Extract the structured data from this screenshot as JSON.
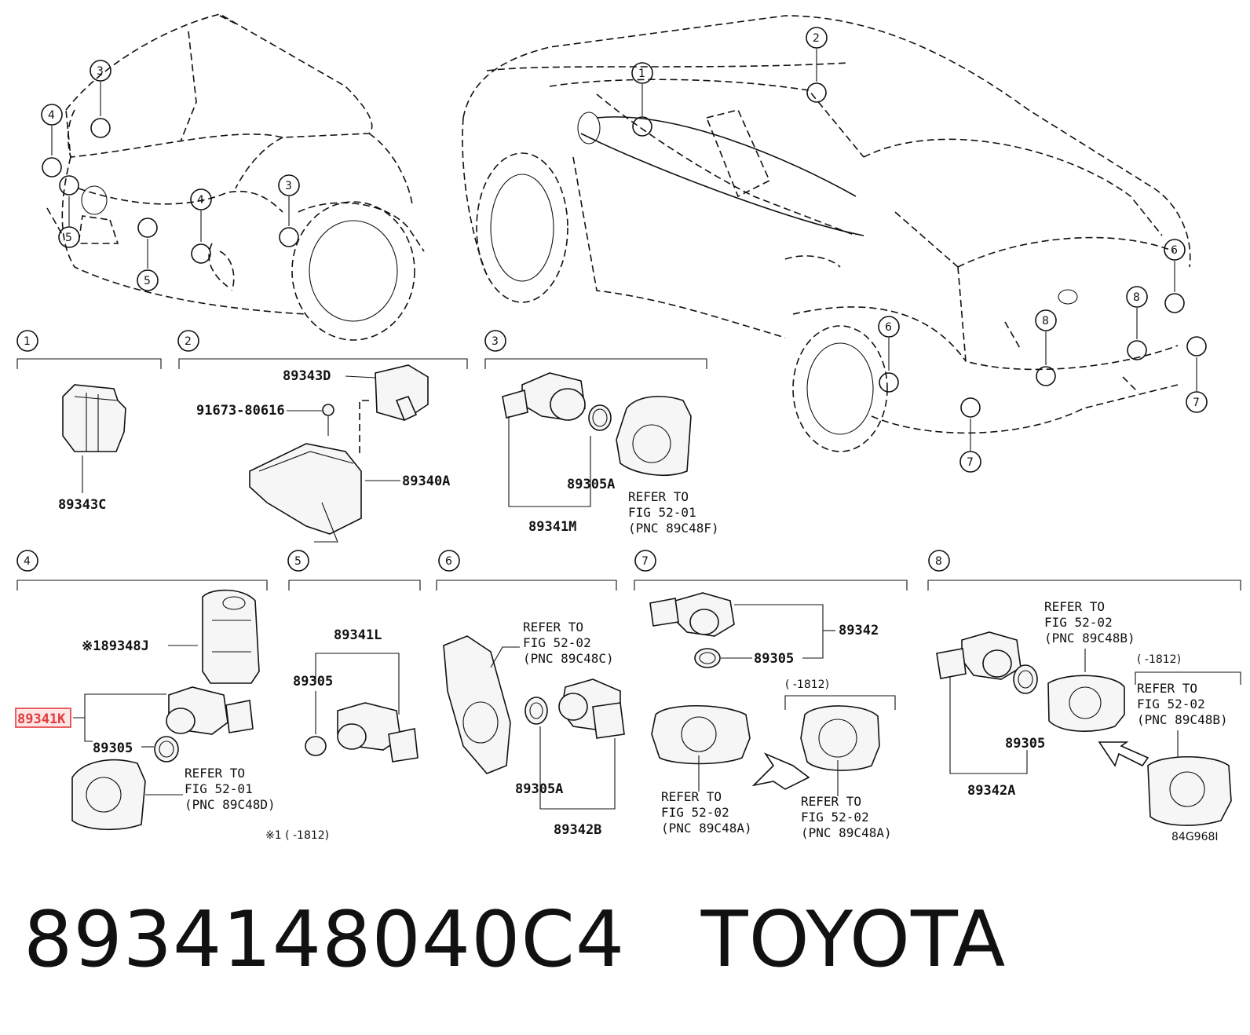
{
  "sections": {
    "s1": {
      "num": "1",
      "parts": [
        "89343C"
      ]
    },
    "s2": {
      "num": "2",
      "parts": [
        "89343D",
        "91673-80616",
        "89340A"
      ]
    },
    "s3": {
      "num": "3",
      "parts": [
        "89305A",
        "89341M"
      ],
      "ref": [
        "REFER TO",
        "FIG 52-01",
        "(PNC 89C48F)"
      ]
    },
    "s4": {
      "num": "4",
      "parts": [
        "※189348J",
        "89341K",
        "89305"
      ],
      "ref": [
        "REFER TO",
        "FIG 52-01",
        "(PNC 89C48D)"
      ],
      "note": "※1 (      -1812)"
    },
    "s5": {
      "num": "5",
      "parts": [
        "89341L",
        "89305"
      ]
    },
    "s6": {
      "num": "6",
      "parts": [
        "89305A",
        "89342B"
      ],
      "ref": [
        "REFER TO",
        "FIG 52-02",
        "(PNC 89C48C)"
      ]
    },
    "s7": {
      "num": "7",
      "parts": [
        "89342",
        "89305"
      ],
      "range": "(      -1812)",
      "ref_a": [
        "REFER TO",
        "FIG 52-02",
        "(PNC 89C48A)"
      ],
      "ref_b": [
        "REFER TO",
        "FIG 52-02",
        "(PNC 89C48A)"
      ]
    },
    "s8": {
      "num": "8",
      "parts": [
        "89305",
        "89342A"
      ],
      "range": "(      -1812)",
      "ref_a": [
        "REFER TO",
        "FIG 52-02",
        "(PNC 89C48B)"
      ],
      "ref_b": [
        "REFER TO",
        "FIG 52-02",
        "(PNC 89C48B)"
      ]
    }
  },
  "callouts": {
    "front": [
      "3",
      "4",
      "3",
      "4",
      "5",
      "5"
    ],
    "rear": [
      "1",
      "2",
      "6",
      "6",
      "8",
      "8",
      "7",
      "7"
    ]
  },
  "figure_id": "84G968I",
  "footer": {
    "part_number": "8934148040C4",
    "brand": "TOYOTA"
  },
  "colors": {
    "highlight": "#e23a3a",
    "ink": "#111111"
  }
}
